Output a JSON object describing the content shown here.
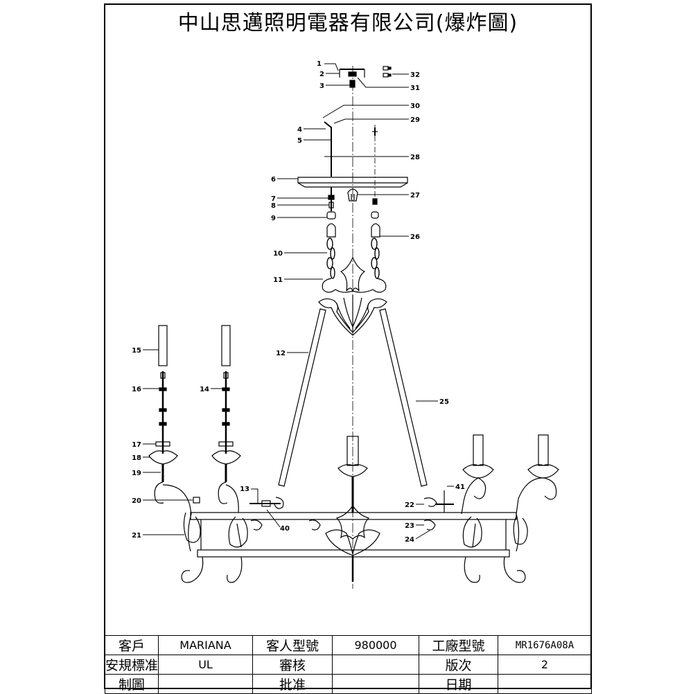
{
  "title": "中山思邁照明電器有限公司(爆炸圖)",
  "callouts": [
    "1",
    "2",
    "3",
    "4",
    "5",
    "6",
    "7",
    "8",
    "9",
    "10",
    "11",
    "12",
    "13",
    "14",
    "15",
    "16",
    "17",
    "18",
    "19",
    "20",
    "21",
    "22",
    "23",
    "24",
    "25",
    "26",
    "27",
    "28",
    "29",
    "30",
    "31",
    "32",
    "40",
    "41"
  ],
  "title_block": {
    "row1": {
      "customer_label": "客戶",
      "customer_value": "MARIANA",
      "customer_model_label": "客人型號",
      "customer_model_value": "980000",
      "factory_model_label": "工廠型號",
      "factory_model_value": "MR1676A08A"
    },
    "row2": {
      "safety_label": "安規標准",
      "safety_value": "UL",
      "review_label": "審核",
      "review_value": "",
      "version_label": "版次",
      "version_value": "2"
    },
    "row3": {
      "drawn_label": "制圖",
      "drawn_value": "",
      "approve_label": "批准",
      "approve_value": "",
      "date_label": "日期",
      "date_value": ""
    }
  }
}
